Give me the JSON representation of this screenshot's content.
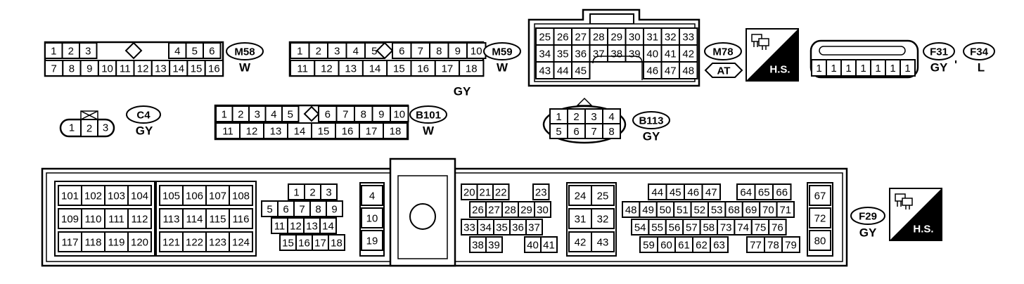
{
  "connectors": {
    "m58": {
      "id": "M58",
      "color": "W",
      "pins_top": [
        "1",
        "2",
        "3",
        "4",
        "5",
        "6"
      ],
      "pins_bottom": [
        "7",
        "8",
        "9",
        "10",
        "11",
        "12",
        "13",
        "14",
        "15",
        "16"
      ]
    },
    "m59": {
      "id": "M59",
      "color": "W",
      "pins_top": [
        "1",
        "2",
        "3",
        "4",
        "5",
        "6",
        "7",
        "8",
        "9",
        "10"
      ],
      "pins_bottom": [
        "11",
        "12",
        "13",
        "14",
        "15",
        "16",
        "17",
        "18"
      ]
    },
    "m59_gy": "GY",
    "m78": {
      "id": "M78",
      "sub": "AT",
      "rows": [
        [
          "25",
          "26",
          "27",
          "28",
          "29",
          "30",
          "31",
          "32",
          "33"
        ],
        [
          "34",
          "35",
          "36",
          "37",
          "38",
          "39",
          "40",
          "41",
          "42"
        ],
        [
          "43",
          "44",
          "45",
          "46",
          "47",
          "48"
        ]
      ]
    },
    "hs_top": "H.S.",
    "f31": {
      "id": "F31",
      "color": "GY",
      "pins": [
        "1",
        "1",
        "1",
        "1",
        "1",
        "1",
        "1"
      ]
    },
    "f34": {
      "id": "F34",
      "color": "L"
    },
    "sep": "'",
    "c4": {
      "id": "C4",
      "color": "GY",
      "pins": [
        "1",
        "2",
        "3"
      ]
    },
    "b101": {
      "id": "B101",
      "color": "W",
      "pins_top": [
        "1",
        "2",
        "3",
        "4",
        "5",
        "6",
        "7",
        "8",
        "9",
        "10"
      ],
      "pins_bottom": [
        "11",
        "12",
        "13",
        "14",
        "15",
        "16",
        "17",
        "18"
      ]
    },
    "b113": {
      "id": "B113",
      "color": "GY",
      "pins_top": [
        "1",
        "2",
        "3",
        "4"
      ],
      "pins_bottom": [
        "5",
        "6",
        "7",
        "8"
      ]
    },
    "f29": {
      "id": "F29",
      "color": "GY"
    },
    "hs_bottom": "H.S.",
    "ecm": {
      "blockA": [
        [
          "101",
          "102",
          "103",
          "104"
        ],
        [
          "109",
          "110",
          "111",
          "112"
        ],
        [
          "117",
          "118",
          "119",
          "120"
        ]
      ],
      "blockB": [
        [
          "105",
          "106",
          "107",
          "108"
        ],
        [
          "113",
          "114",
          "115",
          "116"
        ],
        [
          "121",
          "122",
          "123",
          "124"
        ]
      ],
      "blockC": [
        [
          "1",
          "2",
          "3"
        ],
        [
          "5",
          "6",
          "7",
          "8",
          "9"
        ],
        [
          "11",
          "12",
          "13",
          "14"
        ],
        [
          "15",
          "16",
          "17",
          "18"
        ]
      ],
      "blockD": [
        "4",
        "10",
        "19"
      ],
      "blockE": [
        [
          "20",
          "21",
          "22",
          "23"
        ],
        [
          "26",
          "27",
          "28",
          "29",
          "30"
        ],
        [
          "33",
          "34",
          "35",
          "36",
          "37"
        ],
        [
          "38",
          "39",
          "40",
          "41"
        ]
      ],
      "blockF": [
        [
          "24",
          "25"
        ],
        [
          "31",
          "32"
        ],
        [
          "42",
          "43"
        ]
      ],
      "blockG": [
        [
          "44",
          "45",
          "46",
          "47",
          "64",
          "65",
          "66"
        ],
        [
          "48",
          "49",
          "50",
          "51",
          "52",
          "53",
          "68",
          "69",
          "70",
          "71"
        ],
        [
          "54",
          "55",
          "56",
          "57",
          "58",
          "73",
          "74",
          "75",
          "76"
        ],
        [
          "59",
          "60",
          "61",
          "62",
          "63",
          "77",
          "78",
          "79"
        ]
      ],
      "blockH": [
        "67",
        "72",
        "80"
      ]
    }
  }
}
